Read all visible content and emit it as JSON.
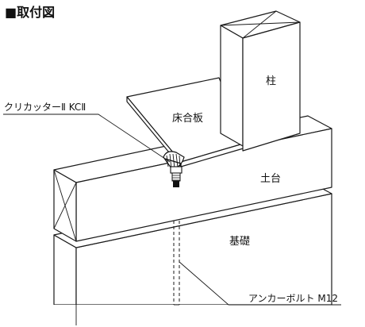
{
  "title": "■取付図",
  "labels": {
    "hashira": "柱",
    "yukagoita": "床合板",
    "dodai": "土台",
    "kiso": "基礎",
    "kuricutter": "クリカッターⅡ KCⅡ",
    "anchor_bolt": "アンカーボルト M12"
  }
}
